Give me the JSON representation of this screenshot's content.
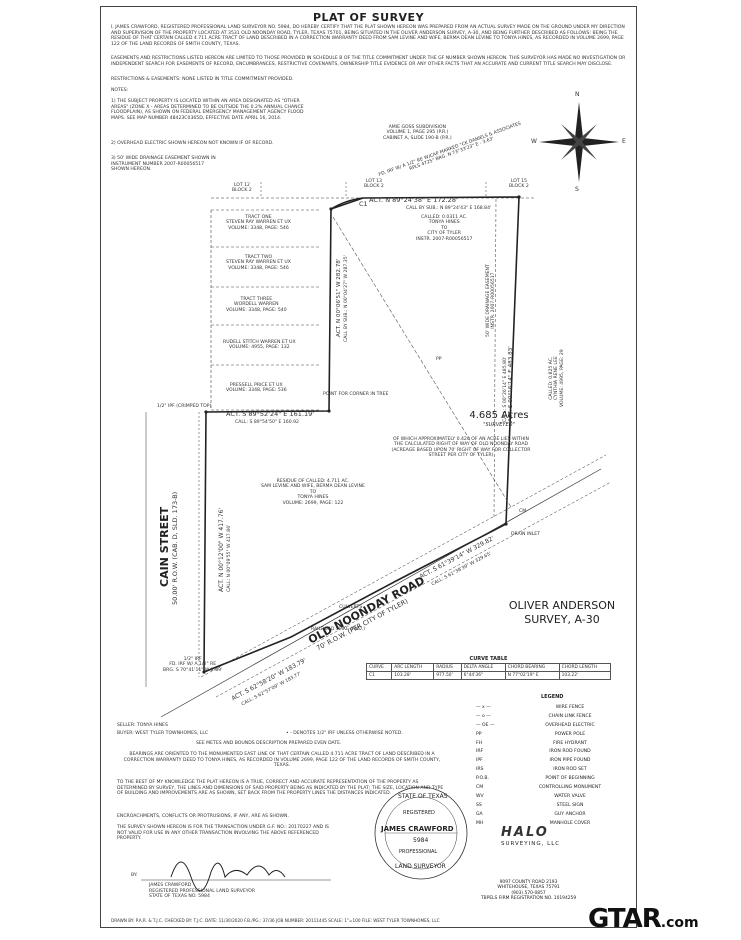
{
  "title": "PLAT OF SURVEY",
  "certification": "I, JAMES CRAWFORD, REGISTERED PROFESSIONAL LAND SURVEYOR NO. 5984, DO HEREBY CERTIFY THAT THE PLAT SHOWN HEREON WAS PREPARED FROM AN ACTUAL SURVEY MADE ON THE GROUND UNDER MY DIRECTION AND SUPERVISION OF THE PROPERTY LOCATED AT 3531 OLD NOONDAY ROAD, TYLER, TEXAS 75701, BEING SITUATED IN THE OLIVER ANDERSON SURVEY, A-30, AND BEING FURTHER DESCRIBED AS FOLLOWS: BEING THE RESIDUE OF THAT CERTAIN CALLED 4.711 ACRE TRACT OF LAND DESCRIBED IN A CORRECTION WARRANTY DEED FROM SAM LEVINE AND WIFE, BERMA DEAN LEVINE TO TONYA HINES, AS RECORDED IN VOLUME 2699, PAGE 122 OF THE LAND RECORDS OF SMITH COUNTY, TEXAS.",
  "easements": "EASEMENTS AND RESTRICTIONS LISTED HEREON ARE LIMITED TO THOSE PROVIDED IN SCHEDULE B OF THE TITLE COMMITMENT UNDER THE GF NUMBER SHOWN HEREON. THIS SURVEYOR HAS MADE NO INVESTIGATION OR INDEPENDENT SEARCH FOR EASEMENTS OF RECORD, ENCUMBRANCES, RESTRICTIVE COVENANTS, OWNERSHIP TITLE EVIDENCE OR ANY OTHER FACTS THAT AN ACCURATE AND CURRENT TITLE SEARCH MAY DISCLOSE.",
  "restrictions": "RESTRICTIONS & EASEMENTS: NONE LISTED IN TITLE COMMITMENT PROVIDED.",
  "notes_heading": "NOTES:",
  "note1": "1) THE SUBJECT PROPERTY IS LOCATED WITHIN AN AREA DESIGNATED AS \"OTHER AREAS\" (ZONE X - AREAS DETERMINED TO BE OUTSIDE THE 0.2% ANNUAL CHANCE FLOODPLAIN), AS SHOWN ON FEDERAL EMERGENCY MANAGEMENT AGENCY FLOOD MAPS. SEE MAP NUMBER 48423C0365D, EFFECTIVE DATE APRIL 16, 2014.",
  "note2": "2) OVERHEAD ELECTRIC SHOWN HEREON NOT KNOWN IF OF RECORD.",
  "note3": "3) 50' WIDE DRAINAGE EASEMENT SHOWN IN INSTRUMENT NUMBER 2007-R00056517 SHOWN HEREON.",
  "subdivision": "AMIE GOSS SUBDIVISION\nVOLUME 1, PAGE 295 (P.R.)\nCABINET A, SLIDE 190-B (P.R.)",
  "lots": [
    "LOT 12\nBLOCK 2",
    "LOT 13\nBLOCK 2",
    "LOT 15\nBLOCK 2"
  ],
  "tracts": [
    "TRACT ONE\nSTEVEN RAY WARREN ET UX\nVOLUME: 3348, PAGE: 546",
    "TRACT TWO\nSTEVEN RAY WARREN ET UX\nVOLUME: 3348, PAGE: 546",
    "TRACT THREE\nWORDELL WARREN\nVOLUME: 3348, PAGE: 540",
    "RUDELL STITCH WARREN ET UX\nVOLUME: 4955, PAGE: 132",
    "PRESSELL PRICE ET UX\nVOLUME: 3348, PAGE: 536"
  ],
  "bearings": {
    "top": "ACT. N 89°24'38\" E 172.28'",
    "top_call": "CALL BY SUB.: N 89°24'43\" E 168.84'",
    "left_inner": "ACT. N 00°06'51\" W 282.78'",
    "left_inner_call": "CALL BY SUB.: N 00°04'27\" W 287.35'",
    "middle": "ACT. S 89°52'24\" E 161.19'",
    "middle_call": "CALL: S 89°54'50\" E 160.92",
    "west": "ACT. N 00°12'00\" W 417.76'",
    "west_call": "CALL: N 00°09'55\" W 417.86'",
    "east": "ACT. S 00°16'14\" E 483.83'",
    "east_call": "CALL: S 00°26'14\" E 485.80'",
    "south_east": "ACT. S 61°39'14\" W 329.82'",
    "south_east_call": "CALL: S 61°38'39\" W 329.65'",
    "south_west": "ACT. S 62°58'20\" W 183.79'",
    "south_west_call": "CALL: S 62°57'09\" W 183.77'"
  },
  "called_tonya": "CALLED: 0.0311 AC.\nTONYA HINES\nTO\nCITY OF TYLER\nINSTR. 2007-R00056517",
  "called_east": "CALLED: 0.825 AC.\nCYNTHIA RENE LEE\nVOLUME: 4995, PAGE: 29",
  "drainage": "50' WIDE DRAINAGE EASEMENT\nINSTR. 2007-R00056517",
  "acres": "4.685 Acres",
  "acres_sub": "\"SURVEYED\"",
  "row_note": "OF WHICH APPROXIMATELY 0.420 OF AN ACRE LIES WITHIN THE CALCULATED RIGHT OF WAY OF OLD NOONDAY ROAD (ACREAGE BASED UPON 70' RIGHT OF WAY FOR COLLECTOR STREET PER CITY OF TYLER)",
  "residue": "RESIDUE OF CALLED: 4.711 AC.\nSAM LEVINE AND WIFE, BERMA DEAN LEVINE\nTO\nTONYA HINES\nVOLUME: 2699, PAGE: 122",
  "cain_street": "CAIN STREET",
  "cain_sub": "50.00' R.O.W. (CAB. D, SLD. 173-B)",
  "noonday": "OLD NOONDAY ROAD",
  "noonday_sub": "70' R.O.W. (PER CITY OF TYLER)",
  "oliver": "OLIVER ANDERSON\nSURVEY, A-30",
  "curve_table": {
    "title": "CURVE TABLE",
    "headers": [
      "CURVE",
      "ARC LENGTH",
      "RADIUS",
      "DELTA ANGLE",
      "CHORD BEARING",
      "CHORD LENGTH"
    ],
    "rows": [
      [
        "C1",
        "103.28'",
        "977.50'",
        "6°44'36\"",
        "N 77°02'19\" E",
        "103.22'"
      ]
    ]
  },
  "legend": {
    "title": "LEGEND",
    "items": [
      {
        "sym": "— x —",
        "name": "WIRE FENCE"
      },
      {
        "sym": "— o —",
        "name": "CHAIN LINK FENCE"
      },
      {
        "sym": "— OE —",
        "name": "OVERHEAD ELECTRIC"
      },
      {
        "sym": "PP",
        "name": "POWER POLE"
      },
      {
        "sym": "FH",
        "name": "FIRE HYDRANT"
      },
      {
        "sym": "IRF",
        "name": "IRON ROD FOUND"
      },
      {
        "sym": "IPF",
        "name": "IRON PIPE FOUND"
      },
      {
        "sym": "IRS",
        "name": "IRON ROD SET"
      },
      {
        "sym": "P.O.B.",
        "name": "POINT OF BEGINNING"
      },
      {
        "sym": "CM",
        "name": "CONTROLLING MONUMENT"
      },
      {
        "sym": "WV",
        "name": "WATER VALVE"
      },
      {
        "sym": "SS",
        "name": "STEEL SIGN"
      },
      {
        "sym": "GA",
        "name": "GUY ANCHOR"
      },
      {
        "sym": "MH",
        "name": "MANHOLE COVER"
      }
    ]
  },
  "seller": "SELLER: TONYA HINES",
  "buyer": "BUYER: WEST TYLER TOWNHOMES, LLC",
  "denotes": "• - DENOTES 1/2\" IRF UNLESS OTHERWISE NOTED.",
  "see_metes": "SEE METES AND BOUNDS DESCRIPTION PREPARED EVEN DATE.",
  "bearings_note": "BEARINGS ARE ORIENTED TO THE MONUMENTED EAST LINE OF THAT CERTAIN CALLED 4.711 ACRE TRACT OF LAND DESCRIBED IN A CORRECTION WARRANTY DEED TO TONYA HINES, AS RECORDED IN VOLUME 2699, PAGE 122 OF THE LAND RECORDS OF SMITH COUNTY, TEXAS.",
  "knowledge": "TO THE BEST OF MY KNOWLEDGE THE PLAT HEREON IS A TRUE, CORRECT AND ACCURATE REPRESENTATION OF THE PROPERTY AS DETERMINED BY SURVEY, THE LINES AND DIMENSIONS OF SAID PROPERTY BEING AS INDICATED BY THE PLAT; THE SIZE, LOCATION AND TYPE OF BUILDING AND IMPROVEMENTS ARE AS SHOWN, SET BACK FROM THE PROPERTY LINES THE DISTANCES INDICATED.",
  "encroach": "ENCROACHMENTS, CONFLICTS OR PROTRUSIONS, IF ANY, ARE AS SHOWN.",
  "transaction": "THE SURVEY SHOWN HEREON IS FOR THE TRANSACTION UNDER G.F. NO.: 20170227 AND IS NOT VALID FOR USE IN ANY OTHER TRANSACTION INVOLVING THE ABOVE REFERENCED PROPERTY.",
  "signer": "JAMES CRAWFORD\nREGISTERED PROFESSIONAL LAND SURVEYOR\nSTATE OF TEXAS NO. 5984",
  "by": "BY:",
  "stamp": {
    "state": "STATE OF TEXAS",
    "registered": "REGISTERED",
    "name": "JAMES CRAWFORD",
    "number": "5984",
    "bottom": "LAND SURVEYOR",
    "professional": "PROFESSIONAL"
  },
  "halo": "HALO",
  "halo_sub": "SURVEYING, LLC",
  "halo_addr": "9097 COUNTY ROAD 2193\nWHITEHOUSE, TEXAS 75791\n(903) 570-0857\nTBPELS FIRM REGISTRATION NO. 10194259",
  "footer": "DRAWN BY: P.A.R. & T.J.C.   CHECKED BY: T.J.C.   DATE: 11/30/2020   F.B./PG.: 37/36   JOB NUMBER: 20111445   SCALE: 1\"=100   FILE: WEST TYLER TOWNHOMES, LLC",
  "misc": {
    "ipf_found": "FD. IRF W/ A 1/2\" RE W/CAP MARKED \"CK DANIELS & ASSOCIATES RPLS 4725\" BRG. N 73°33'23\" E - 3.63'",
    "point_corner": "POINT FOR CORNER IN TREE",
    "crimped": "1/2\" IPF (CRIMPED TOP)",
    "fd_irf": "1/2\" IRF\nFD. IRF W/ A 1/2\" RE\nBRG. S 70°41'11\" W 2.89'",
    "railroad": "RAILROAD SPIKE (FND.)",
    "culverts": "CULVERTS",
    "drain_inlet": "DRAIN INLET",
    "pp": "PP",
    "cm": "CM",
    "c1": "C1",
    "gtar": "GTAR",
    "gtar_dom": ".com"
  },
  "compass": {
    "n": "N",
    "s": "S",
    "e": "E",
    "w": "W"
  }
}
